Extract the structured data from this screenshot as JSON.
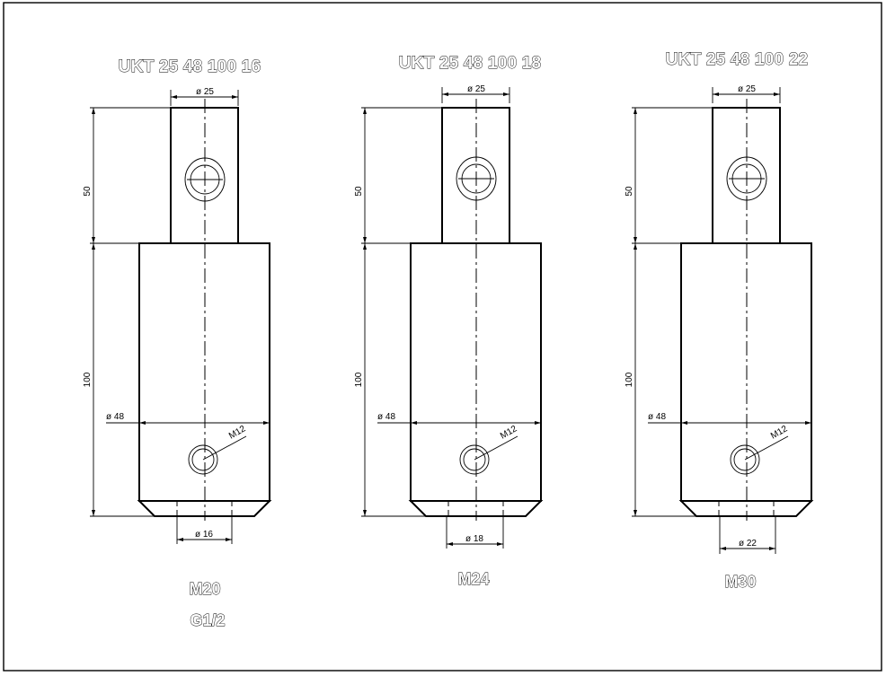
{
  "views": [
    {
      "title": "UKT 25 48 100 16",
      "top_diameter": "ø 25",
      "height_top": "50",
      "height_body": "100",
      "body_diameter": "ø 48",
      "port": "M12",
      "bottom_diameter": "ø 16",
      "thread": "M20",
      "thread2": "G1/2"
    },
    {
      "title": "UKT 25 48 100 18",
      "top_diameter": "ø 25",
      "height_top": "50",
      "height_body": "100",
      "body_diameter": "ø 48",
      "port": "M12",
      "bottom_diameter": "ø 18",
      "thread": "M24",
      "thread2": ""
    },
    {
      "title": "UKT 25 48 100 22",
      "top_diameter": "ø 25",
      "height_top": "50",
      "height_body": "100",
      "body_diameter": "ø 48",
      "port": "M12",
      "bottom_diameter": "ø 22",
      "thread": "M30",
      "thread2": ""
    }
  ]
}
